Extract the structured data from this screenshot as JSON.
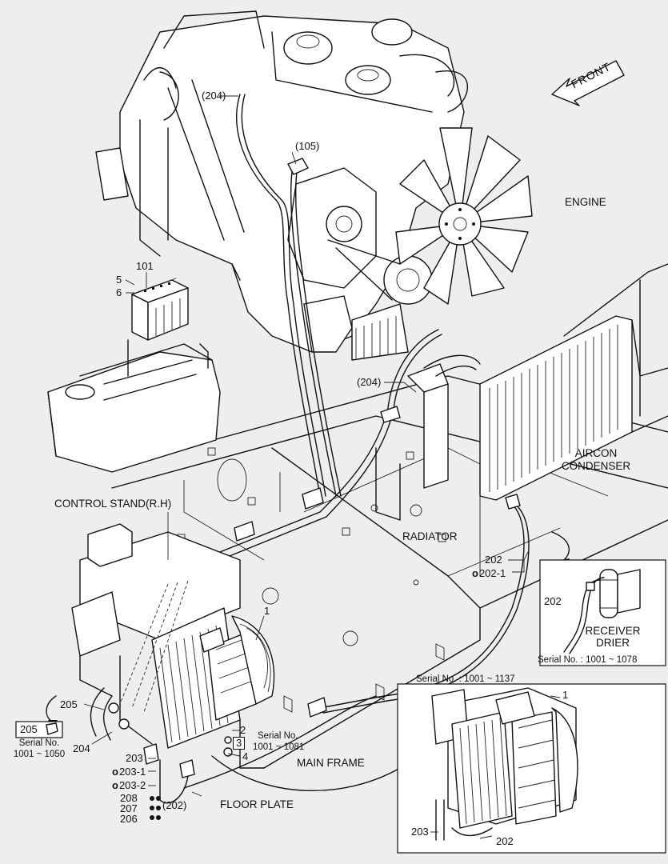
{
  "labels": {
    "engine": "ENGINE",
    "front": "FRONT",
    "aircon_condenser_1": "AIRCON",
    "aircon_condenser_2": "CONDENSER",
    "control_stand": "CONTROL STAND(R.H)",
    "radiator": "RADIATOR",
    "main_frame": "MAIN FRAME",
    "floor_plate": "FLOOR PLATE",
    "receiver_drier_1": "RECEIVER",
    "receiver_drier_2": "DRIER"
  },
  "part_numbers": {
    "p204_top": "(204)",
    "p105": "(105)",
    "p101": "101",
    "p5": "5",
    "p6": "6",
    "p204_mid": "(204)",
    "p202": "202",
    "p202_1": "202-1",
    "p202_inset": "202",
    "p1": "1",
    "p205": "205",
    "p205_box": "205",
    "p204_low": "204",
    "p2": "2",
    "p3": "3",
    "p4": "4",
    "p203": "203",
    "p203_1": "203-1",
    "p203_2": "203-2",
    "p208": "208",
    "p207": "207",
    "p206": "206",
    "p202_paren": "(202)",
    "inset2_1": "1",
    "inset2_203": "203",
    "inset2_202": "202"
  },
  "serials": {
    "s205_1": "Serial No.",
    "s205_2": "1001 ~ 1050",
    "s2_1": "Serial No.",
    "s2_2": "1001 ~ 1081",
    "receiver": "Serial No. : 1001 ~ 1078",
    "inset2": "Serial No. : 1001 ~ 1137"
  }
}
